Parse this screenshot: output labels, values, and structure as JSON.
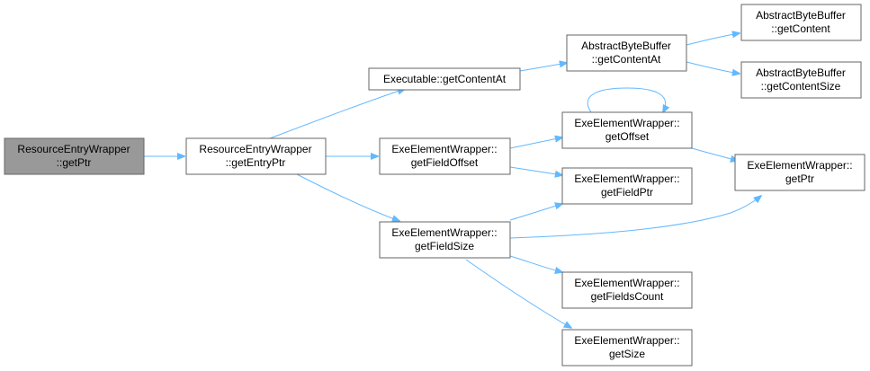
{
  "nodes": {
    "root": {
      "line1": "ResourceEntryWrapper",
      "line2": "::getPtr"
    },
    "getEntryPtr": {
      "line1": "ResourceEntryWrapper",
      "line2": "::getEntryPtr"
    },
    "getContentAtExe": {
      "line1": "Executable::getContentAt"
    },
    "abbGetContentAt": {
      "line1": "AbstractByteBuffer",
      "line2": "::getContentAt"
    },
    "abbGetContent": {
      "line1": "AbstractByteBuffer",
      "line2": "::getContent"
    },
    "abbGetContentSize": {
      "line1": "AbstractByteBuffer",
      "line2": "::getContentSize"
    },
    "getFieldOffset": {
      "line1": "ExeElementWrapper::",
      "line2": "getFieldOffset"
    },
    "getOffset": {
      "line1": "ExeElementWrapper::",
      "line2": "getOffset"
    },
    "getFieldPtr": {
      "line1": "ExeElementWrapper::",
      "line2": "getFieldPtr"
    },
    "getPtr": {
      "line1": "ExeElementWrapper::",
      "line2": "getPtr"
    },
    "getFieldSize": {
      "line1": "ExeElementWrapper::",
      "line2": "getFieldSize"
    },
    "getFieldsCount": {
      "line1": "ExeElementWrapper::",
      "line2": "getFieldsCount"
    },
    "getSize": {
      "line1": "ExeElementWrapper::",
      "line2": "getSize"
    }
  },
  "edges": [
    [
      "root",
      "getEntryPtr"
    ],
    [
      "getEntryPtr",
      "getContentAtExe"
    ],
    [
      "getEntryPtr",
      "getFieldOffset"
    ],
    [
      "getEntryPtr",
      "getFieldSize"
    ],
    [
      "getContentAtExe",
      "abbGetContentAt"
    ],
    [
      "abbGetContentAt",
      "abbGetContent"
    ],
    [
      "abbGetContentAt",
      "abbGetContentSize"
    ],
    [
      "getFieldOffset",
      "getOffset"
    ],
    [
      "getFieldOffset",
      "getFieldPtr"
    ],
    [
      "getOffset",
      "getOffset"
    ],
    [
      "getOffset",
      "getPtr"
    ],
    [
      "getFieldSize",
      "getFieldPtr"
    ],
    [
      "getFieldSize",
      "getPtr"
    ],
    [
      "getFieldSize",
      "getFieldsCount"
    ],
    [
      "getFieldSize",
      "getSize"
    ]
  ],
  "colors": {
    "edge": "#63b8ff",
    "node_border": "#666666",
    "root_fill": "#999999",
    "node_fill": "#ffffff"
  }
}
